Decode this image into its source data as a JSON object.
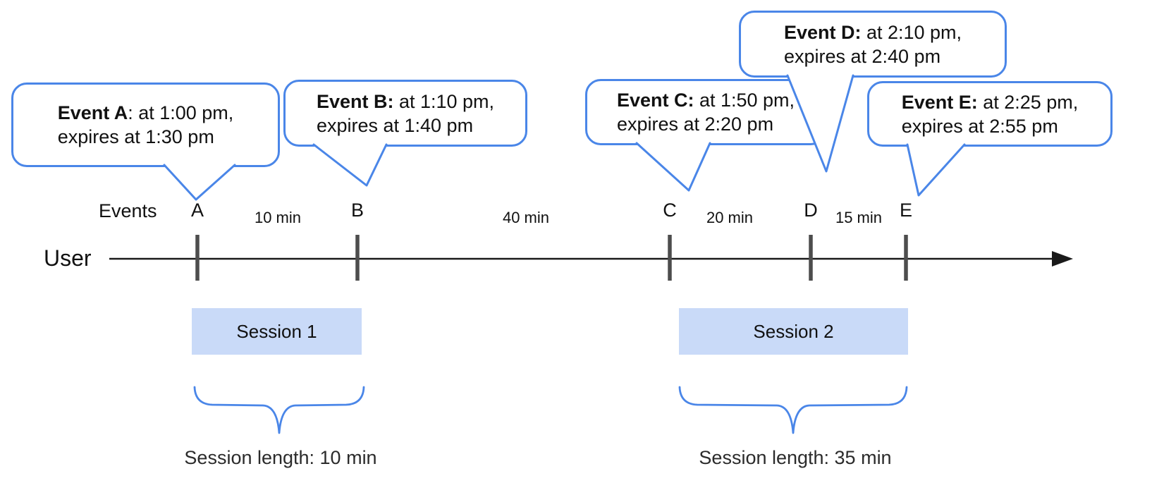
{
  "colors": {
    "accent_blue": "#4a86e8",
    "session_fill": "#c9daf8",
    "tick_gray": "#4d4d4d",
    "axis_black": "#1a1a1a"
  },
  "timeline": {
    "user_label": "User",
    "events_header": "Events",
    "events": [
      {
        "letter": "A",
        "callout_bold": "Event A",
        "callout_rest": ": at 1:00 pm,",
        "callout_line2": "expires at 1:30 pm"
      },
      {
        "letter": "B",
        "callout_bold": "Event B:",
        "callout_rest": " at 1:10 pm,",
        "callout_line2": "expires at 1:40 pm"
      },
      {
        "letter": "C",
        "callout_bold": "Event C:",
        "callout_rest": " at 1:50 pm,",
        "callout_line2": "expires at 2:20 pm"
      },
      {
        "letter": "D",
        "callout_bold": "Event D:",
        "callout_rest": " at 2:10 pm,",
        "callout_line2": "expires at 2:40 pm"
      },
      {
        "letter": "E",
        "callout_bold": "Event E:",
        "callout_rest": " at 2:25 pm,",
        "callout_line2": "expires at 2:55 pm"
      }
    ],
    "intervals": [
      {
        "label": "10 min"
      },
      {
        "label": "40 min"
      },
      {
        "label": "20 min"
      },
      {
        "label": "15 min"
      }
    ]
  },
  "sessions": [
    {
      "name": "Session 1",
      "length_label": "Session length: 10 min"
    },
    {
      "name": "Session 2",
      "length_label": "Session length: 35 min"
    }
  ]
}
